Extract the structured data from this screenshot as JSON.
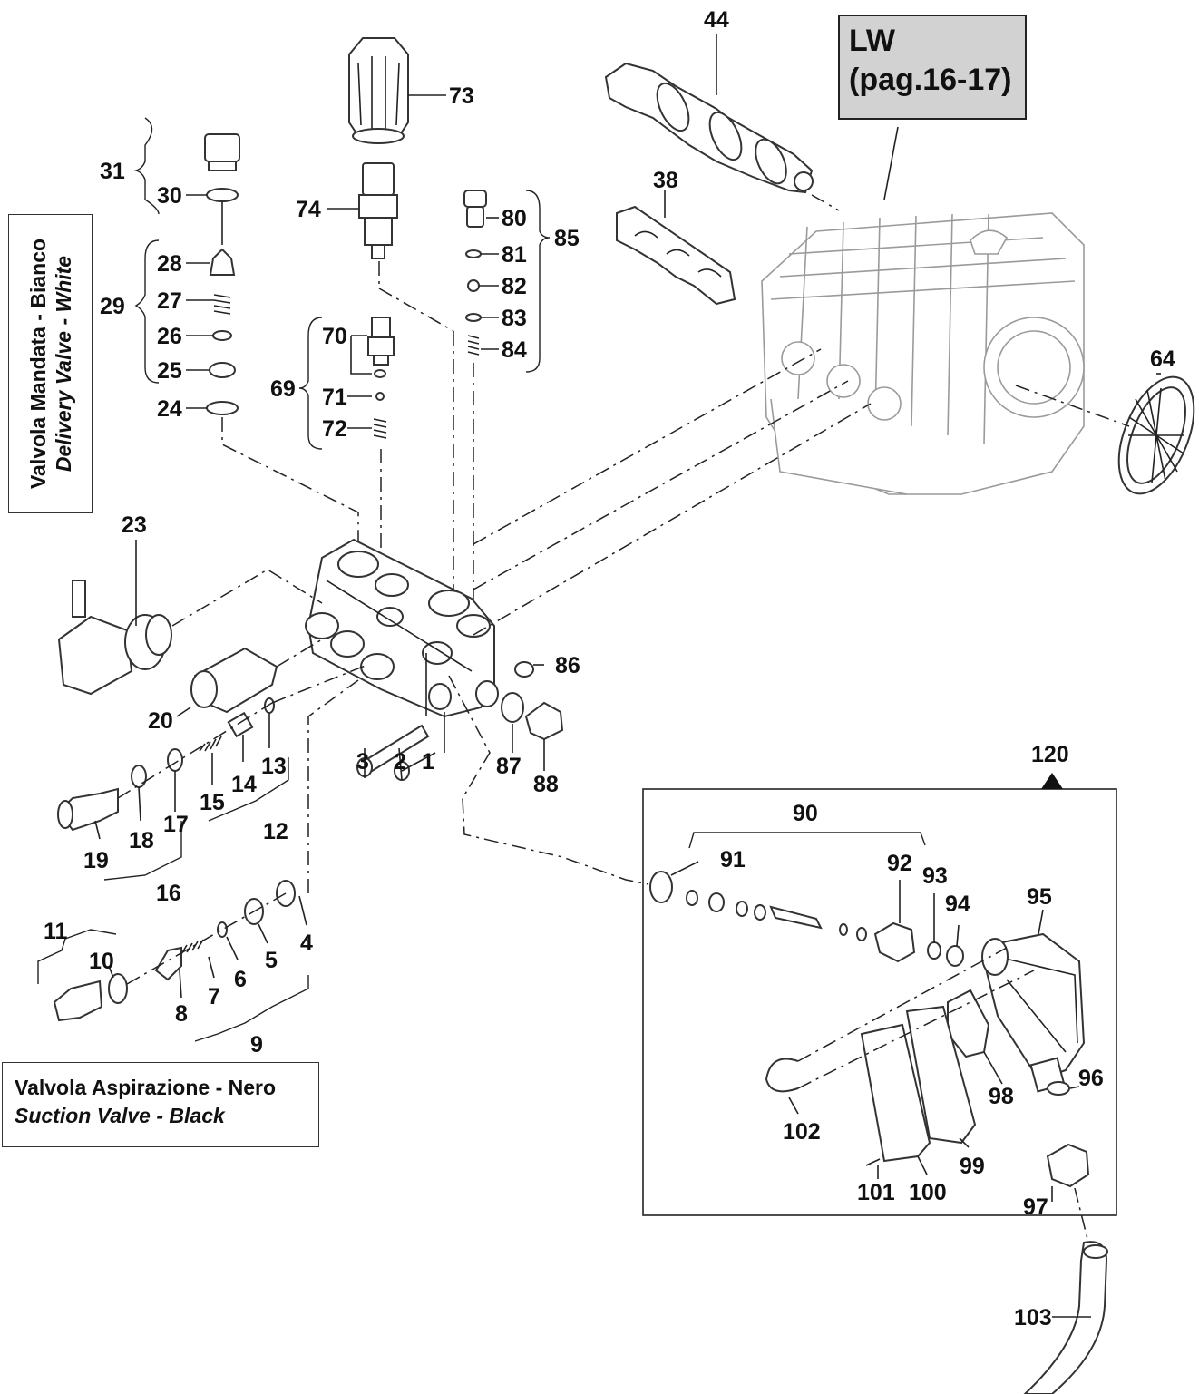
{
  "reference_box": {
    "line1": "LW",
    "line2": "(pag.16-17)"
  },
  "delivery_valve": {
    "italian": "Valvola Mandata - Bianco",
    "english": "Delivery Valve - White"
  },
  "suction_valve": {
    "italian": "Valvola Aspirazione - Nero",
    "english": "Suction Valve - Black"
  },
  "part_numbers": {
    "p1": "1",
    "p2": "2",
    "p3": "3",
    "p4": "4",
    "p5": "5",
    "p6": "6",
    "p7": "7",
    "p8": "8",
    "p9": "9",
    "p10": "10",
    "p11": "11",
    "p12": "12",
    "p13": "13",
    "p14": "14",
    "p15": "15",
    "p16": "16",
    "p17": "17",
    "p18": "18",
    "p19": "19",
    "p20": "20",
    "p23": "23",
    "p24": "24",
    "p25": "25",
    "p26": "26",
    "p27": "27",
    "p28": "28",
    "p29": "29",
    "p30": "30",
    "p31": "31",
    "p38": "38",
    "p44": "44",
    "p64": "64",
    "p69": "69",
    "p70": "70",
    "p71": "71",
    "p72": "72",
    "p73": "73",
    "p74": "74",
    "p80": "80",
    "p81": "81",
    "p82": "82",
    "p83": "83",
    "p84": "84",
    "p85": "85",
    "p86": "86",
    "p87": "87",
    "p88": "88",
    "p90": "90",
    "p91": "91",
    "p92": "92",
    "p93": "93",
    "p94": "94",
    "p95": "95",
    "p96": "96",
    "p97": "97",
    "p98": "98",
    "p99": "99",
    "p100": "100",
    "p101": "101",
    "p102": "102",
    "p103": "103",
    "p120": "120"
  }
}
